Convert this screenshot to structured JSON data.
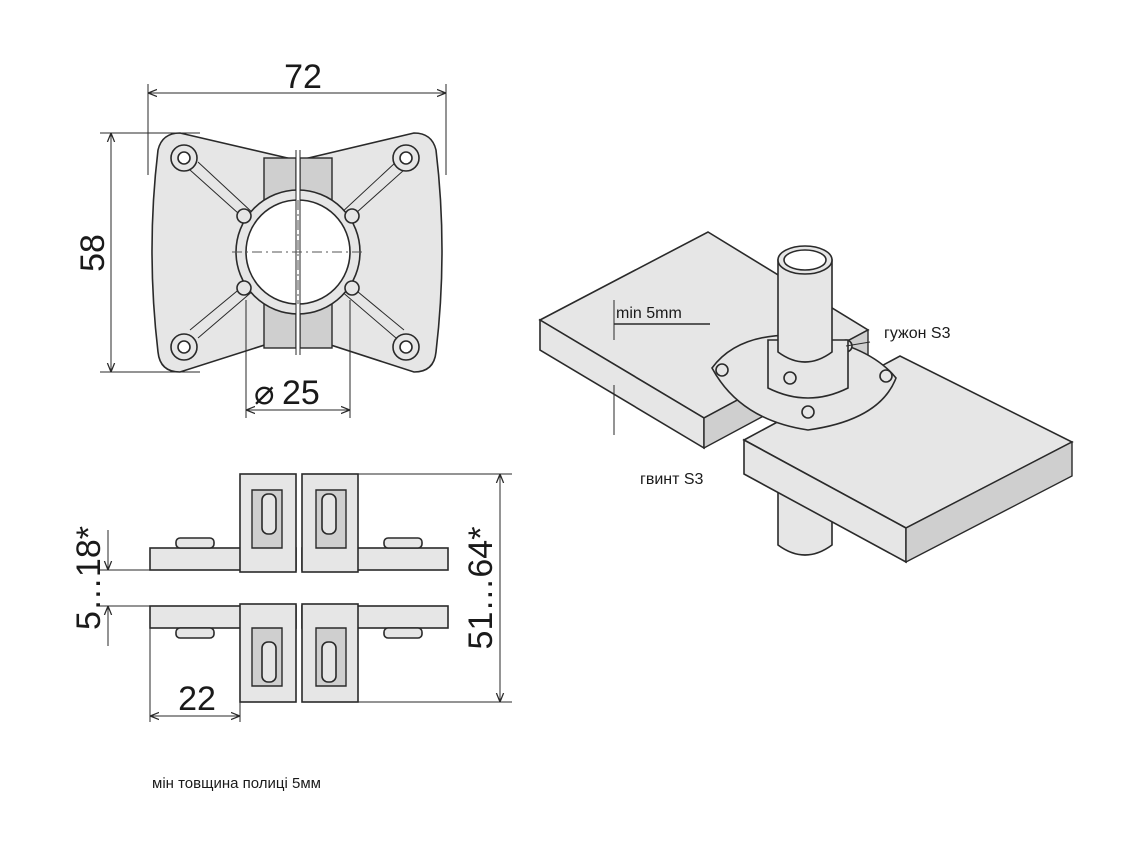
{
  "top_view": {
    "width_dim": "72",
    "height_dim": "58",
    "diameter_symbol": "⌀",
    "diameter_value": "25"
  },
  "side_view": {
    "shelf_range_dim": "5…18*",
    "total_range_dim": "51…64*",
    "depth_dim": "22"
  },
  "iso_view": {
    "min_thickness_label": "min 5mm",
    "dowel_label": "гужон S3",
    "screw_label": "гвинт S3"
  },
  "footnote": "мін товщина полиці 5мм"
}
